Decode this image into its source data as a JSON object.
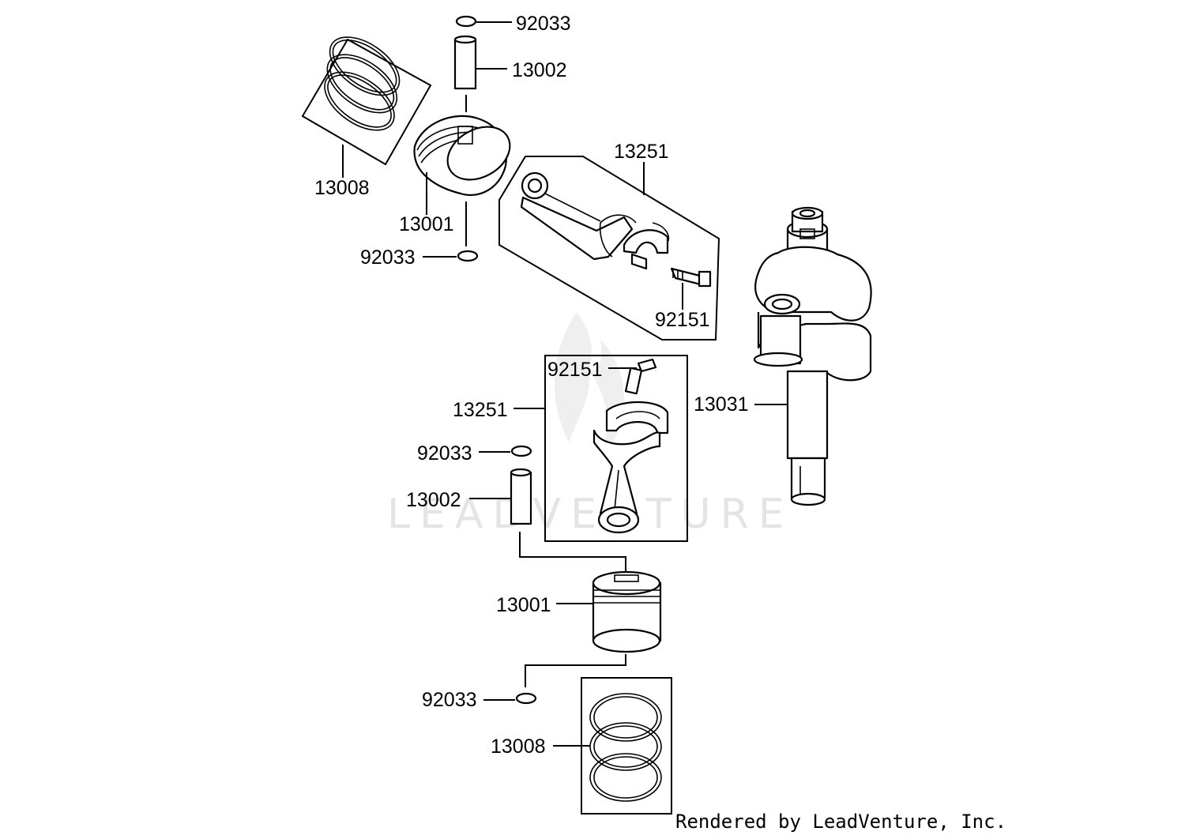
{
  "labels": {
    "top_circlip": "92033",
    "top_pin": "13002",
    "top_rings": "13008",
    "top_piston": "13001",
    "top_circlip_lower": "92033",
    "top_rod": "13251",
    "top_bolt": "92151",
    "crankshaft": "13031",
    "bottom_bolt": "92151",
    "bottom_rod": "13251",
    "bottom_circlip": "92033",
    "bottom_pin": "13002",
    "bottom_piston": "13001",
    "bottom_circlip_lower": "92033",
    "bottom_rings": "13008"
  },
  "watermark": "LEADVENTURE",
  "credit": "Rendered by LeadVenture, Inc."
}
